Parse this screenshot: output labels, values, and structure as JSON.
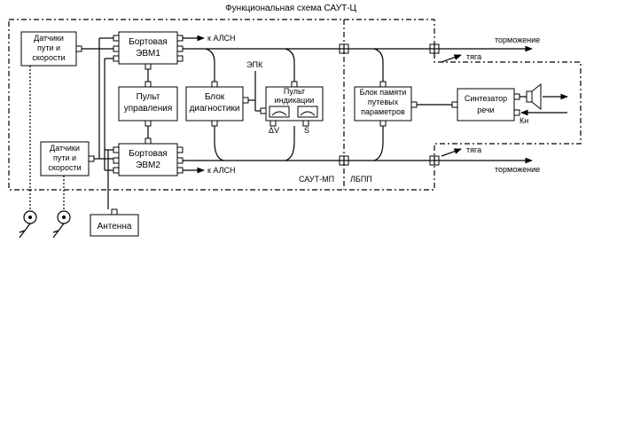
{
  "title": "Функциональная схема САУТ-Ц",
  "blocks": {
    "sensors1": [
      "Датчики",
      "пути и",
      "скорости"
    ],
    "sensors2": [
      "Датчики",
      "пути и",
      "скорости"
    ],
    "evm1": [
      "Бортовая",
      "ЭВМ1"
    ],
    "evm2": [
      "Бортовая",
      "ЭВМ2"
    ],
    "control_panel": [
      "Пульт",
      "управления"
    ],
    "diagnostics": [
      "Блок",
      "диагностики"
    ],
    "indication": [
      "Пульт",
      "индикации"
    ],
    "memory": [
      "Блок памяти",
      "путевых",
      "параметров"
    ],
    "synth": [
      "Синтезатор",
      "речи"
    ],
    "antenna": "Антенна"
  },
  "labels": {
    "alsn_top": "к АЛСН",
    "alsn_bottom": "к АЛСН",
    "epk": "ЭПК",
    "dv": "ΔV",
    "s": "S",
    "braking_top": "торможение",
    "braking_bottom": "торможение",
    "traction_top": "тяга",
    "traction_bottom": "тяга",
    "kn": "Кн",
    "saut_mp": "САУТ-МП",
    "lbpp": "ЛБПП"
  }
}
